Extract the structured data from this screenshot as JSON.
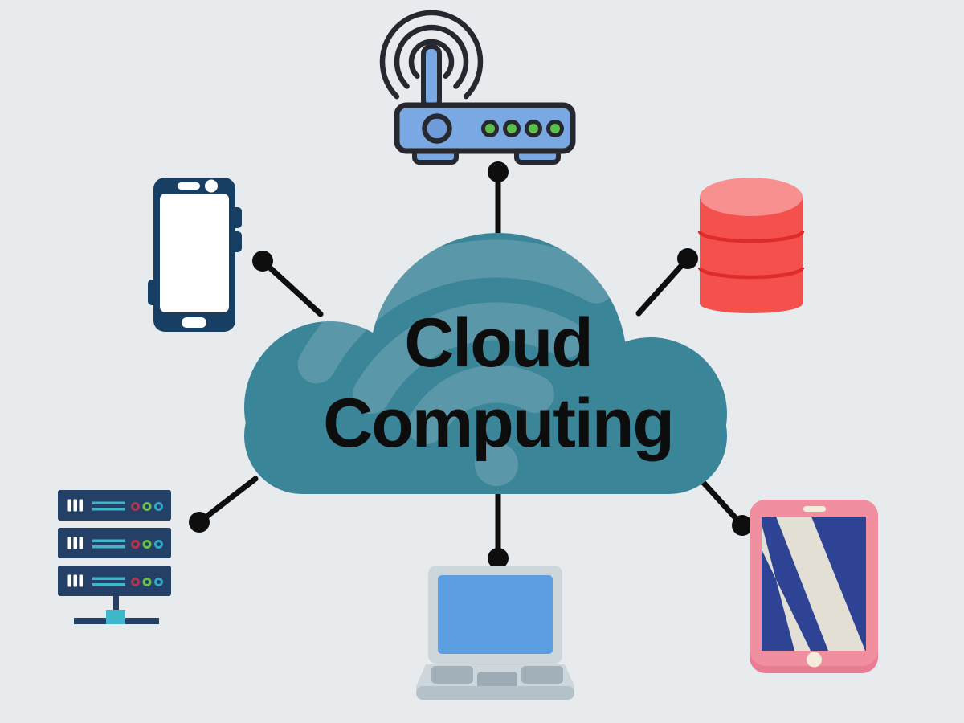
{
  "title": {
    "line1": "Cloud",
    "line2": "Computing"
  },
  "diagram": {
    "center_node": "cloud",
    "connector_count": 6,
    "icons": [
      {
        "name": "wifi-router-icon"
      },
      {
        "name": "smartphone-icon"
      },
      {
        "name": "database-icon"
      },
      {
        "name": "server-rack-icon"
      },
      {
        "name": "laptop-icon"
      },
      {
        "name": "tablet-icon"
      },
      {
        "name": "wifi-signal-watermark-icon"
      }
    ]
  },
  "colors": {
    "bg": "#e8ebed",
    "cloud": "#3b8599",
    "cloud-wifi": "rgba(255,255,255,0.16)",
    "ink": "#0e0e0e",
    "title": "#0d0d0d",
    "router-blue": "#7aa8e2",
    "router-blue-dark": "#6f9cd9",
    "router-outline": "#27272f",
    "led-green": "#5cbf4b",
    "phone-navy": "#173f63",
    "db-red": "#f4504e",
    "db-red-light": "#f7908f",
    "db-red-line": "#de2c2a",
    "server-navy": "#254066",
    "server-teal": "#3fb6c9",
    "server-led-red": "#b5344c",
    "server-led-green": "#6cc24a",
    "server-led-blue": "#2fa8c5",
    "laptop-body": "#ccd6db",
    "laptop-screen": "#5b9ee2",
    "laptop-key": "#a2b0b9",
    "laptop-track": "#9dabb4",
    "laptop-base": "#b4c1c8",
    "tablet-pink": "#f18fa0",
    "tablet-pink-dark": "#e87c92",
    "tablet-screen": "#2e4394",
    "tablet-cream": "#f3edda"
  }
}
